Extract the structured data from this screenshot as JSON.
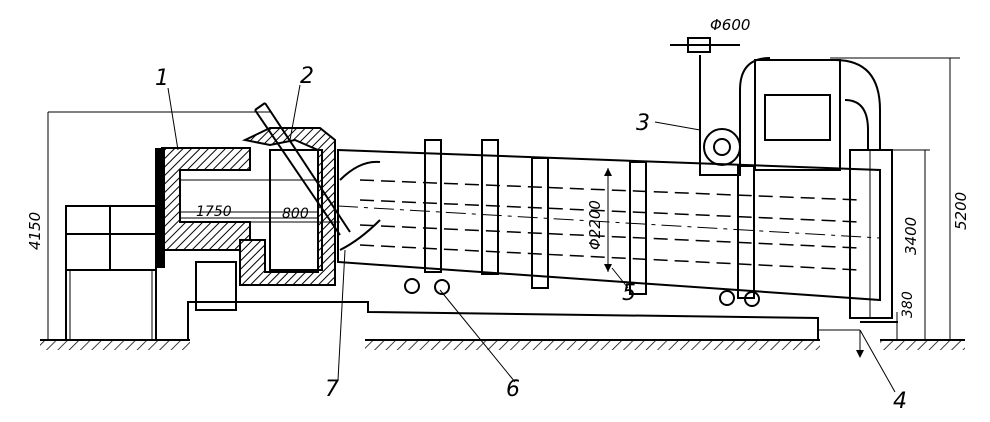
{
  "diagram": {
    "part_labels": [
      "1",
      "2",
      "3",
      "4",
      "5",
      "6",
      "7"
    ],
    "dimensions": {
      "d_duct": "Φ600",
      "d_drum": "Φ2200",
      "len_1750": "1750",
      "len_800": "800",
      "h_4150": "4150",
      "h_5200": "5200",
      "h_3400": "3400",
      "h_380": "380"
    }
  }
}
